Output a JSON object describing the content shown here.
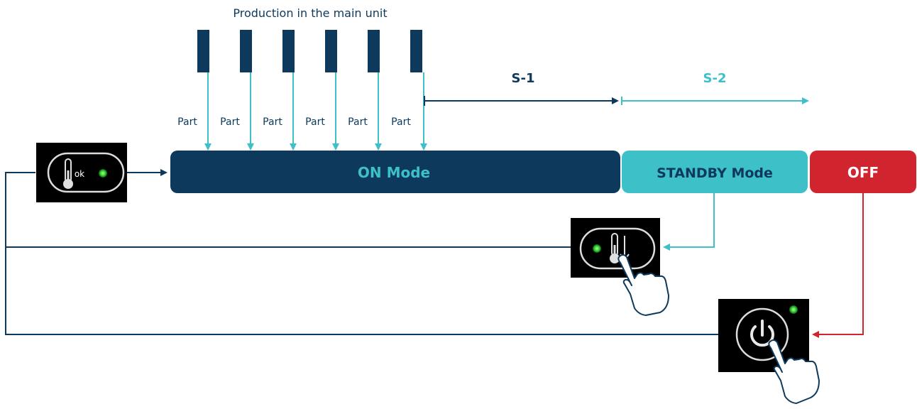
{
  "diagram": {
    "title": "Production in the main unit",
    "part_label": "Part",
    "part_count": 6,
    "phases": {
      "s1": "S-1",
      "s2": "S-2"
    },
    "modes": {
      "on": "ON Mode",
      "standby": "STANDBY Mode",
      "off": "OFF"
    },
    "indicator_text": "ok",
    "icons": {
      "temperature_ok": "thermometer-ok-icon",
      "standby_temperature": "thermometer-down-icon",
      "power": "power-icon",
      "hand": "pointing-hand-icon",
      "led": "green-led-icon"
    }
  },
  "colors": {
    "navy": "#0d3a5c",
    "teal": "#3ec0c8",
    "red": "#d0252f",
    "led_green": "#3ddc3d",
    "panel_black": "#000000"
  }
}
